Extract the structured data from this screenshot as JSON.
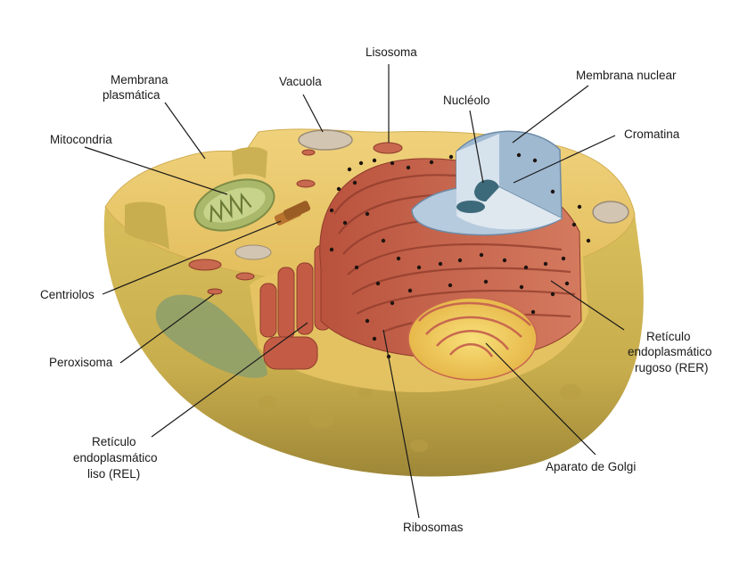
{
  "labels": {
    "membrana_plasmatica": [
      "Membrana",
      "plasmática"
    ],
    "vacuola": "Vacuola",
    "lisosoma": "Lisosoma",
    "nucleolo": "Nucléolo",
    "membrana_nuclear": "Membrana nuclear",
    "cromatina": "Cromatina",
    "mitocondria": "Mitocondria",
    "centriolos": "Centriolos",
    "peroxisoma": "Peroxisoma",
    "rel": [
      "Retículo",
      "endoplasmático",
      "liso (REL)"
    ],
    "ribosomas": "Ribosomas",
    "aparato_golgi": "Aparato de Golgi",
    "rer": [
      "Retículo",
      "endoplasmático",
      "rugoso (RER)"
    ]
  },
  "colors": {
    "cytoplasm_top": "#e9c66a",
    "cell_wall": "#cdb24f",
    "cell_wall_dark": "#a8913a",
    "er": "#c8604a",
    "er_dark": "#8f3b2b",
    "nucleus_blue": "#9fb9d1",
    "chromatin": "#d6e2ec",
    "mitochondria": "#a9b86a",
    "golgi": "#f0cf5a",
    "peroxisome": "#8ea06a",
    "ribosome": "#1e1410"
  }
}
